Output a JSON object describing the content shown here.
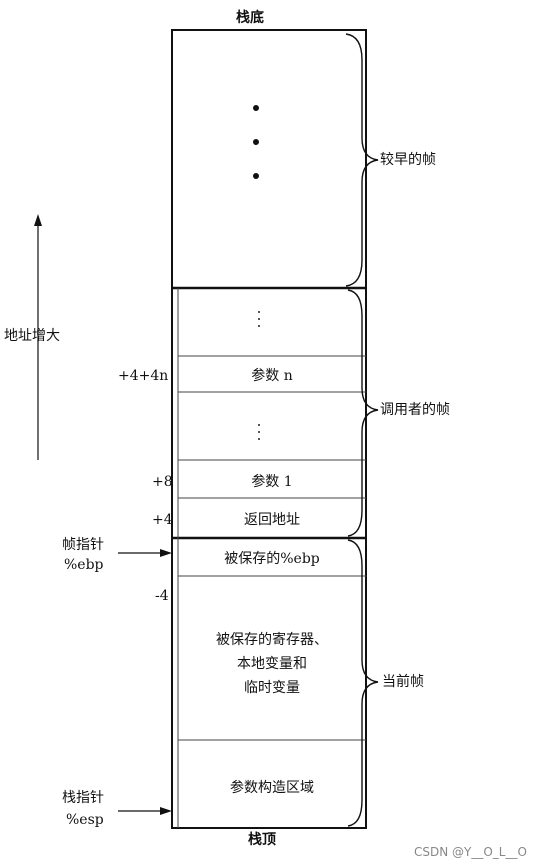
{
  "top_label": "栈底",
  "bottom_label": "栈顶",
  "address_growth": "地址增大",
  "cells": {
    "param_n": "参数 n",
    "param_1": "参数 1",
    "return_addr": "返回地址",
    "saved_ebp": "被保存的%ebp",
    "locals_line1": "被保存的寄存器、",
    "locals_line2": "本地变量和",
    "locals_line3": "临时变量",
    "arg_build": "参数构造区域"
  },
  "offsets": {
    "off_4n": "+4+4n",
    "off_8": "+8",
    "off_4": "+4",
    "off_m4": "-4"
  },
  "pointers": {
    "frame_ptr_line1": "帧指针",
    "frame_ptr_line2": "%ebp",
    "stack_ptr_line1": "栈指针",
    "stack_ptr_line2": "%esp"
  },
  "frames": {
    "earlier": "较早的帧",
    "caller": "调用者的帧",
    "current": "当前帧"
  },
  "watermark": "CSDN @Y__O_L__O"
}
